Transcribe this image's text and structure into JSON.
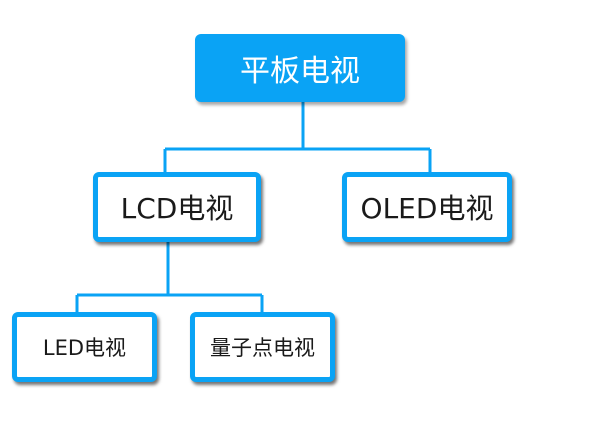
{
  "nodes": {
    "root": "平板电视",
    "lcd": "LCD电视",
    "oled": "OLED电视",
    "led": "LED电视",
    "qd": "量子点电视"
  },
  "colors": {
    "accent": "#0aa3f5",
    "root_text": "#ffffff",
    "node_text": "#1a1a1a",
    "node_fill": "#ffffff"
  }
}
